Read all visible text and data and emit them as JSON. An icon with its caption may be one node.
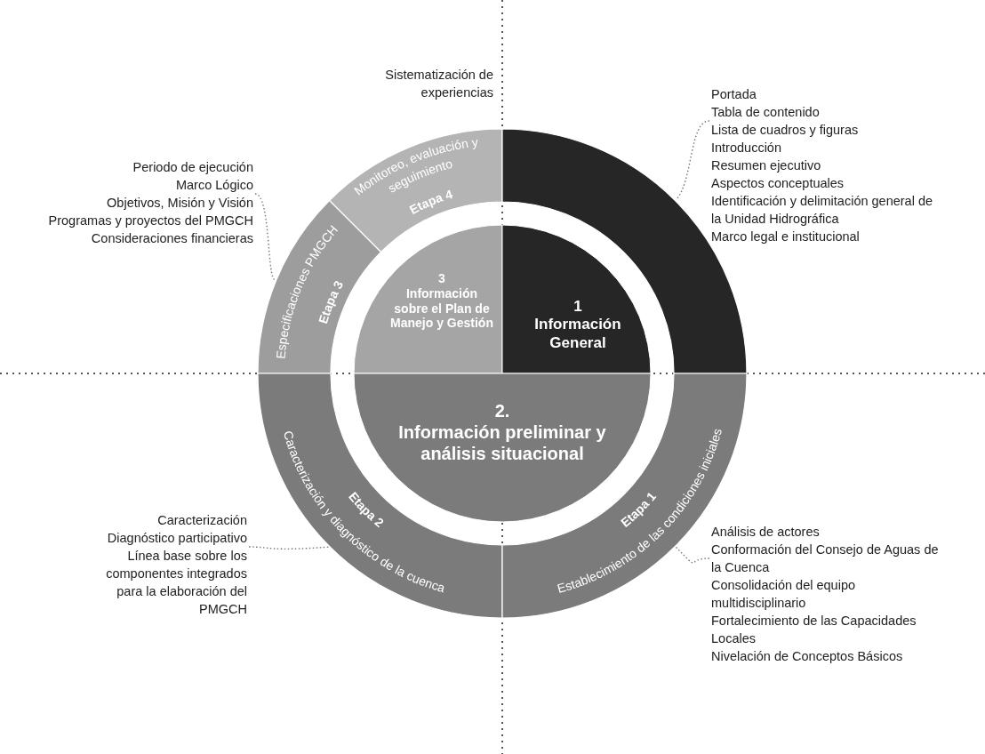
{
  "diagram": {
    "nodes": [
      {
        "text": [
          "Periodo de ejecución",
          "Marco Lógico",
          "Objetivos, Misión y Visión",
          "Programas y proyectos del PMGCH",
          "Consideraciones financieras"
        ]
      },
      {
        "text": [
          "Portada",
          "Tabla de contenido",
          "Lista de cuadros y figuras",
          "Introducción",
          "Resumen ejecutivo",
          "Aspectos conceptuales",
          "Identificación y delimitación general de la Unidad Hidrográfica",
          "Marco legal e institucional"
        ]
      },
      {
        "text": [
          "Monitoreo, evaluación y seguimiento",
          "Etapa 4"
        ]
      },
      {
        "text": [],
        "shape": "band"
      },
      {
        "text": [
          "Especificaciones PMGCH",
          "Etapa 3"
        ]
      },
      {
        "text": [
          "3",
          "Información sobre el Plan de Manejo y Gestión"
        ]
      },
      {
        "text": [
          "1",
          "Información General"
        ]
      },
      {
        "text": [
          "Caracterización y diagnóstico de la cuenca",
          "Etapa 2"
        ]
      },
      {
        "text": [
          "Establecimiento de las condiciones iniciales",
          "Etapa 1"
        ]
      },
      {
        "text": [
          "2.",
          "Información preliminar y análisis situacional"
        ]
      },
      {
        "text": [
          "Caracterización",
          "Diagnóstico participativo",
          "Línea base sobre los componentes integrados para la elaboración del PMGCH"
        ]
      },
      {
        "text": [
          "Análisis de actores",
          "Conformación del Consejo de Aguas de la Cuenca",
          "Consolidación del equipo multidisciplinario",
          "Fortalecimiento de las Capacidades Locales",
          "Nivelación de Conceptos Básicos"
        ]
      }
    ],
    "edges": [
      {
        "from": 1,
        "to": 3,
        "arrow": "none"
      },
      {
        "from": 0,
        "to": 4,
        "arrow": "none"
      },
      {
        "from": 10,
        "to": 7,
        "arrow": "none"
      },
      {
        "from": 11,
        "to": 8,
        "arrow": "none"
      }
    ],
    "labels": [
      "Sistematización de experiencias"
    ]
  }
}
